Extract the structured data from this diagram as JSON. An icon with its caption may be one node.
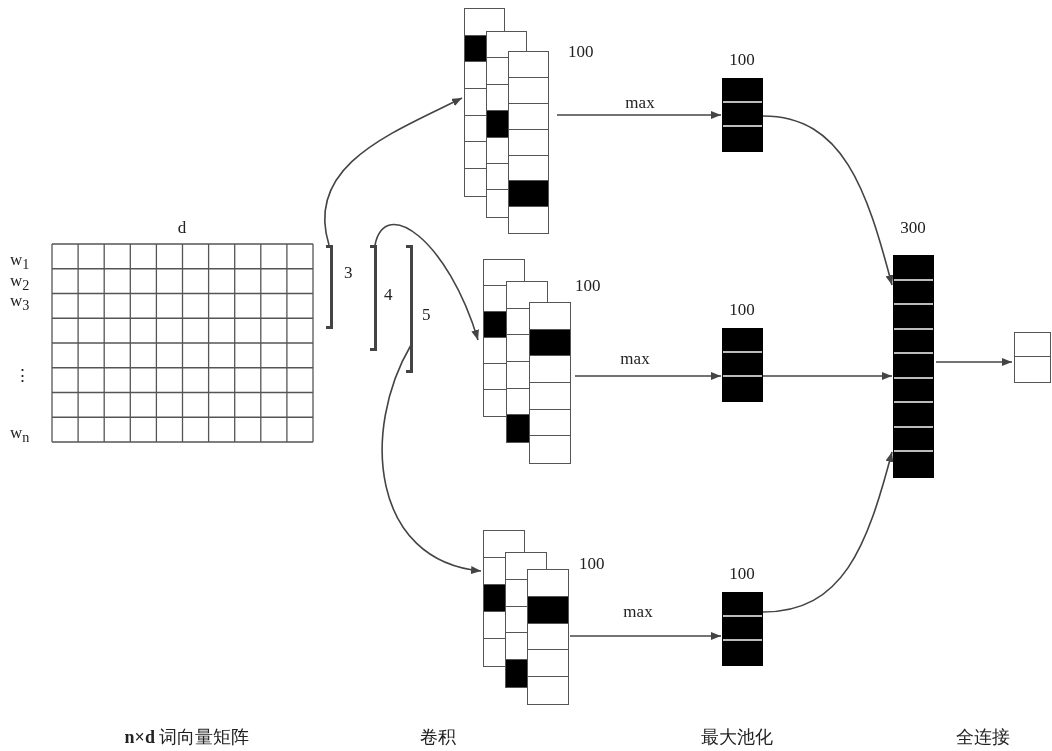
{
  "diagram": {
    "nodes": [
      {
        "text": [
          "d"
        ],
        "beside": [
          "w$_{1}$",
          "w$_{2}$",
          "w$_{3}$",
          "⋮",
          "w$_{n}$"
        ]
      },
      {
        "text": [
          "3"
        ]
      },
      {
        "text": [
          "4"
        ]
      },
      {
        "text": [
          "5"
        ]
      },
      {
        "text": [
          "100"
        ]
      },
      {
        "text": [
          "100"
        ]
      },
      {
        "text": [
          "100"
        ]
      },
      {
        "text": [
          "100"
        ]
      },
      {
        "text": [
          "100"
        ]
      },
      {
        "text": [
          "100"
        ]
      },
      {
        "text": [
          "300"
        ]
      },
      {
        "text": [],
        "shape": "box"
      }
    ],
    "edges": [
      {
        "from": 1,
        "to": 4,
        "arrow": "to"
      },
      {
        "from": 2,
        "to": 5,
        "arrow": "to"
      },
      {
        "from": 3,
        "to": 6,
        "arrow": "to"
      },
      {
        "from": 4,
        "to": 7,
        "arrow": "to",
        "label": "max"
      },
      {
        "from": 5,
        "to": 8,
        "arrow": "to",
        "label": "max"
      },
      {
        "from": 6,
        "to": 9,
        "arrow": "to",
        "label": "max"
      },
      {
        "from": 7,
        "to": 10,
        "arrow": "to"
      },
      {
        "from": 8,
        "to": 10,
        "arrow": "to"
      },
      {
        "from": 9,
        "to": 10,
        "arrow": "to"
      },
      {
        "from": 10,
        "to": 11,
        "arrow": "to"
      }
    ],
    "labels": [
      "**n×d** 词向量矩阵",
      "卷积",
      "最大池化",
      "全连接"
    ]
  }
}
